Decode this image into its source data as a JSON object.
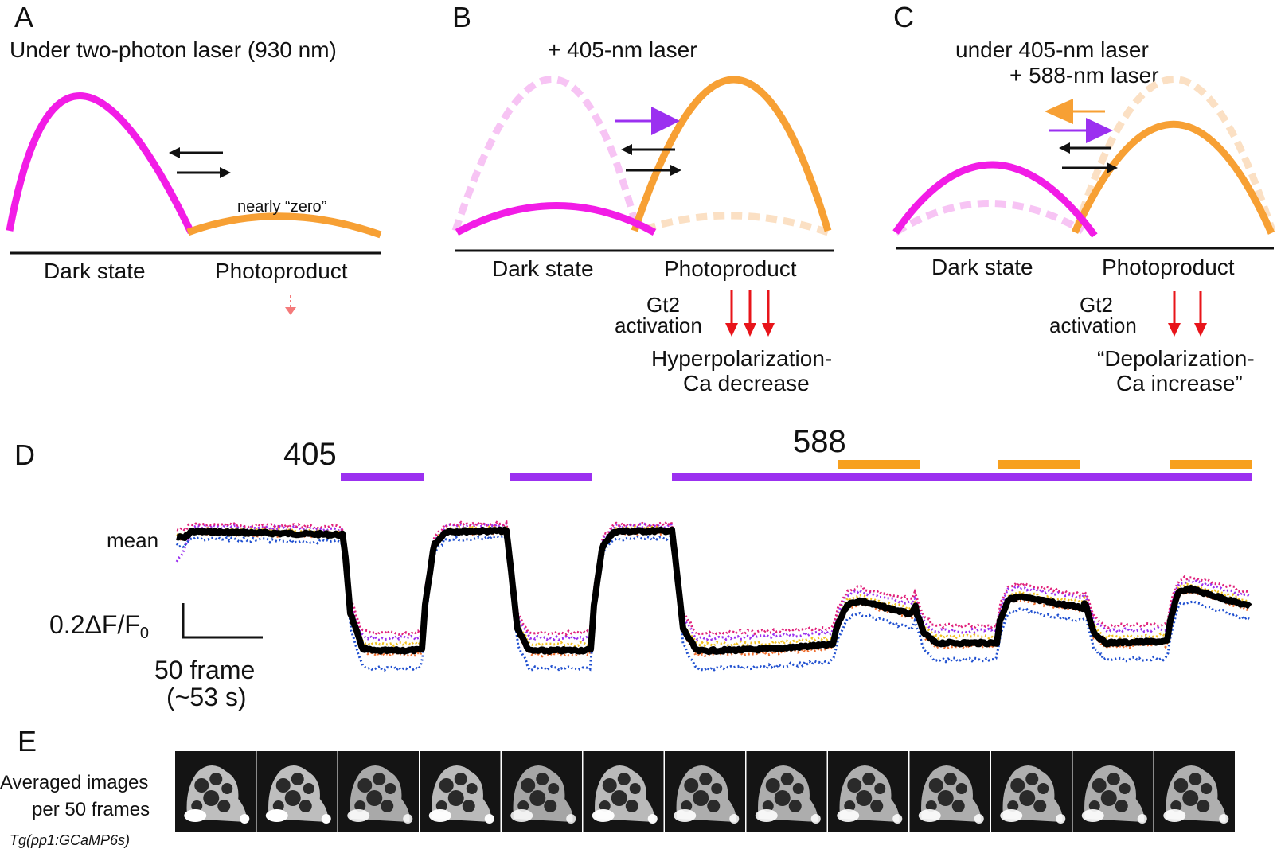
{
  "panelA": {
    "letter": "A",
    "title": "Under two-photon laser (930 nm)",
    "note": "nearly “zero”",
    "dark_label": "Dark state",
    "photo_label": "Photoproduct",
    "colors": {
      "dark": "#f21ce6",
      "photo": "#f7a034",
      "arrow": "#111111",
      "small_arrow": "#f47a7a"
    }
  },
  "panelB": {
    "letter": "B",
    "title": "+ 405-nm laser",
    "dark_label": "Dark state",
    "photo_label": "Photoproduct",
    "gt2_line1": "Gt2",
    "gt2_line2": "activation",
    "effect_line1": "Hyperpolarization-",
    "effect_line2": "Ca decrease",
    "colors": {
      "violet_arrow": "#9b30f0",
      "red_arrow": "#e8141a"
    }
  },
  "panelC": {
    "letter": "C",
    "title_line1": "under 405-nm laser",
    "title_line2": "+ 588-nm laser",
    "dark_label": "Dark state",
    "photo_label": "Photoproduct",
    "gt2_line1": "Gt2",
    "gt2_line2": "activation",
    "effect_line1": "“Depolarization-",
    "effect_line2": "Ca increase”",
    "colors": {
      "orange_arrow": "#f7a034",
      "violet_arrow": "#9b30f0"
    }
  },
  "panelD": {
    "letter": "D",
    "label_405": "405",
    "label_588": "588",
    "mean_label": "mean",
    "scale_y": "0.2ΔF/F",
    "scale_y_sub": "0",
    "scale_x_line1": "50 frame",
    "scale_x_line2": "(~53 s)",
    "colors": {
      "bar_405": "#9b30f0",
      "bar_588": "#f7a01e",
      "mean": "#000000",
      "traces": [
        "#9b30f0",
        "#e0207a",
        "#f0c020",
        "#f07030",
        "#2050d0"
      ]
    }
  },
  "panelE": {
    "letter": "E",
    "label_line1": "Averaged images",
    "label_line2": "per 50 frames",
    "genotype": "Tg(pp1:GCaMP6s)",
    "image_count": 13,
    "brightness": [
      1.0,
      1.0,
      0.75,
      0.95,
      0.72,
      0.95,
      0.8,
      0.8,
      0.82,
      0.8,
      0.82,
      0.8,
      0.82
    ]
  }
}
